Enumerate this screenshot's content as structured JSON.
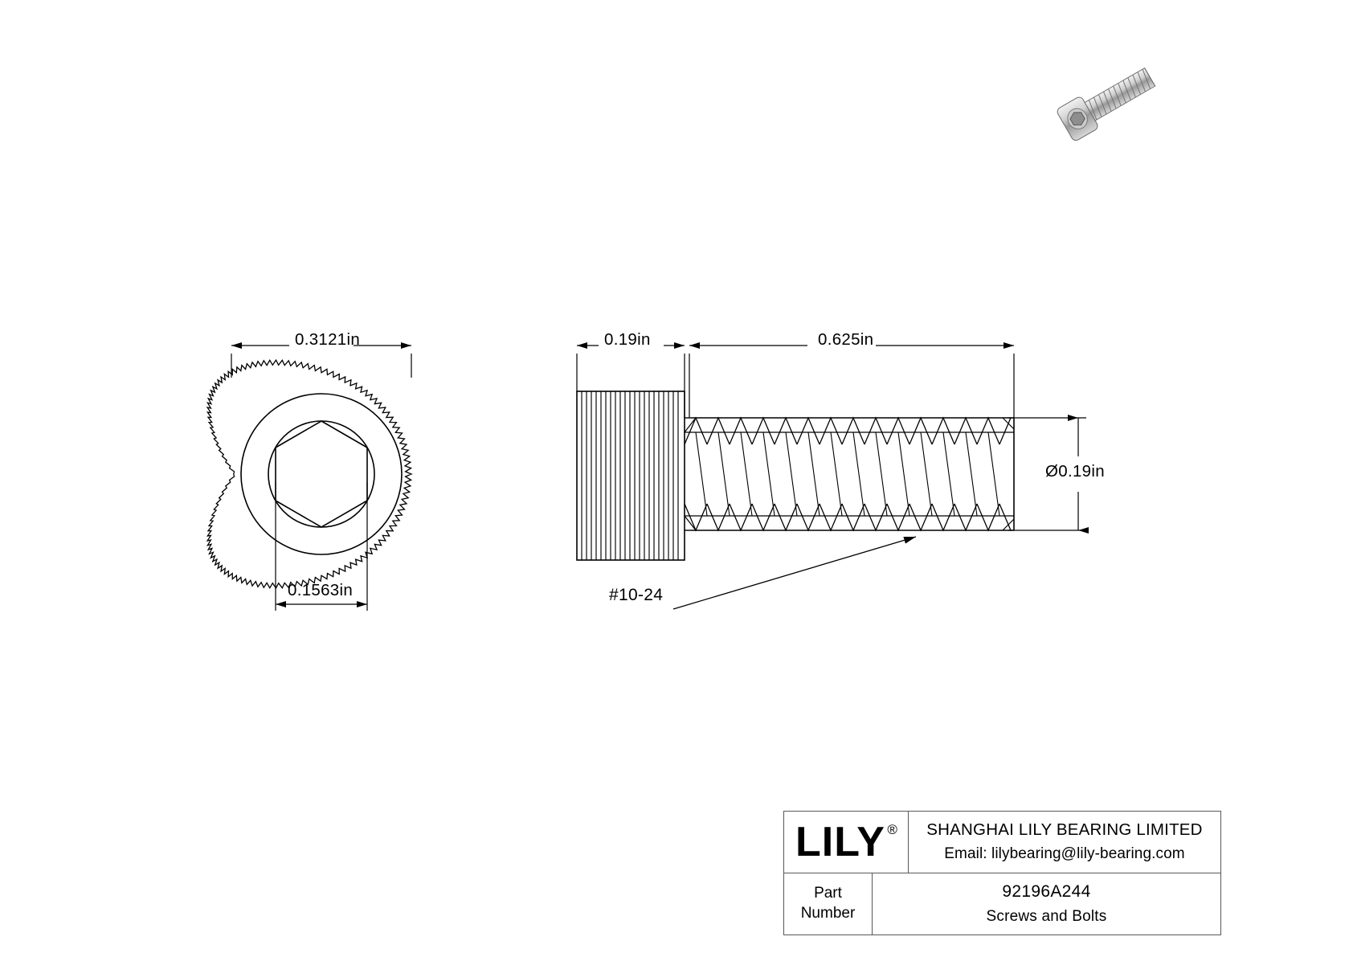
{
  "document": {
    "type": "engineering-drawing",
    "background_color": "#ffffff",
    "line_color": "#000000"
  },
  "dimensions": {
    "head_width": "0.3121in",
    "hex_socket_width": "0.1563in",
    "head_height": "0.19in",
    "thread_length": "0.625in",
    "shank_diameter": "Ø0.19in",
    "thread_spec": "#10-24"
  },
  "views": {
    "front_view_name": "head-end-view",
    "side_view_name": "side-profile-view",
    "iso_view_name": "isometric-preview"
  },
  "title_block": {
    "logo_text": "LILY",
    "logo_registered_mark": "®",
    "company_name": "SHANGHAI LILY BEARING LIMITED",
    "email": "Email: lilybearing@lily-bearing.com",
    "part_label_line1": "Part",
    "part_label_line2": "Number",
    "part_number": "92196A244",
    "category": "Screws and Bolts"
  }
}
